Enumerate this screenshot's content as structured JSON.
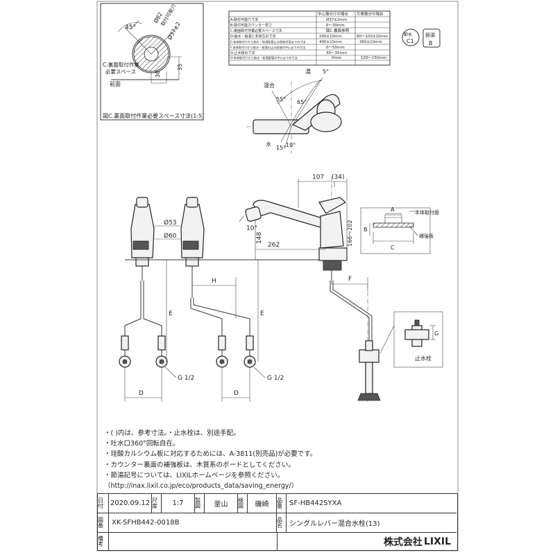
{
  "spec_table": {
    "headers": [
      "中心振分けの場合",
      "片側振分の場合"
    ],
    "rows": [
      {
        "label": "A:取付可能穴寸法",
        "c1": "Ø37±2mm",
        "c2": ""
      },
      {
        "label": "B:取付可能カウンター厚さ",
        "c1": "6～30mm",
        "c2": ""
      },
      {
        "label": "C:裏面取付作業必要スペース寸法",
        "c1": "図C.裏面参照",
        "c2": ""
      },
      {
        "label": "D:給水・給湯と本体芯の寸法",
        "c1": "200±10mm",
        "c2": "80～100±10mm"
      },
      {
        "label": "E:本体取付穴から給水・給湯配管止水栓取付面までの寸法",
        "c1": "400±10mm",
        "c2": "360±10mm"
      },
      {
        "label": "F:本体取付穴から給水・給湯の止水栓取付中心までの寸法",
        "c1": "0～50mm",
        "c2": ""
      },
      {
        "label": "G:止水栓の寸法",
        "c1": "30～35mm",
        "c2": ""
      },
      {
        "label": "H:本体取付穴から給水・給湯配管の中心までの寸法",
        "c1": "0mm",
        "c2": "120～150mm"
      }
    ]
  },
  "badges": {
    "badge1": "節水",
    "badge1_sub": "C1",
    "badge2_top": "節湯",
    "badge2_sub": "B"
  },
  "inset": {
    "angle": "45°",
    "dia_outer": "Ø82",
    "hole_label": "取付可能穴",
    "dia_hole": "Ø37±2",
    "dim_35": "35",
    "dim_38": "38",
    "space_label_1": "C:裏面取付作業",
    "space_label_2": "必要スペース",
    "front_label": "前面",
    "caption": "図C.裏面取付作業必要スペース寸法(1:5)"
  },
  "lever": {
    "hot": "湯",
    "mix": "混合",
    "water": "水",
    "a5": "5°",
    "a55": "55°",
    "a65": "65°",
    "a15": "15°",
    "a10": "10°"
  },
  "front": {
    "d53": "Ø53",
    "d60": "Ø60",
    "g1": "G 1/2",
    "g2": "G 1/2",
    "D1": "D",
    "D2": "D",
    "E1": "E",
    "E2": "E",
    "H": "H"
  },
  "side": {
    "d107": "107",
    "d34": "(34)",
    "d262": "262",
    "d148": "148",
    "d166": "166～202",
    "a10": "10°",
    "F": "F"
  },
  "counter_detail": {
    "A": "A",
    "B": "B",
    "C": "C",
    "label1": "本体取付面",
    "label2": "補強板"
  },
  "valve_detail": {
    "G": "G",
    "label": "止水栓"
  },
  "notes": [
    "・( )内は、参考寸法。・止水栓は、別途手配。",
    "・吐水口360°回転自在。",
    "・珪酸カルシウム板に対応するためには、A-3811(別売品)が必要です。",
    "・カウンター裏面の補強板は、木質系のボードとしてください。",
    "・節湯記号については、LIXILホームページを参照ください。",
    "（http://inax.lixil.co.jp/eco/products_data/saving_energy/）"
  ],
  "title_block": {
    "l_date": "日付",
    "date": "2020.09.12",
    "l_scale": "尺度",
    "scale": "1:7",
    "l_drawn": "製図",
    "drawn": "釜山",
    "l_check": "検図",
    "check": "磯崎",
    "l_part": "品番",
    "part": "SF-HB442SYXA",
    "l_drawing": "図番",
    "drawing": "XK-SFHB442-0018B",
    "l_name": "品名",
    "name": "シングルレバー混合水栓(13)",
    "l_note": "備考",
    "company": "株式会社",
    "logo": "LIXIL"
  }
}
